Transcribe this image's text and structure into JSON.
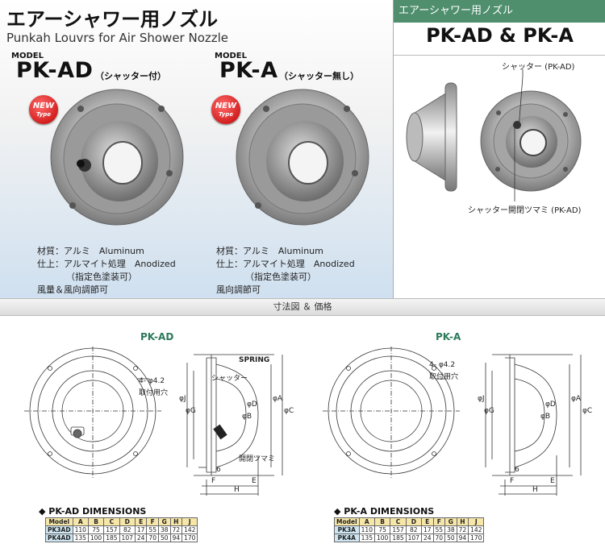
{
  "header": {
    "title_jp": "エアーシャワー用ノズル",
    "title_en": "Punkah Louvrs for Air Shower Nozzle"
  },
  "products": [
    {
      "model_label": "MODEL",
      "model": "PK-AD",
      "subtitle": "（シャッター付）",
      "badge": "NEW",
      "badge_sub": "Type",
      "specs": [
        "材質：アルミ　Aluminum",
        "仕上：アルマイト処理　Anodized",
        "（指定色塗装可）",
        "風量＆風向調節可"
      ]
    },
    {
      "model_label": "MODEL",
      "model": "PK-A",
      "subtitle": "（シャッター無し）",
      "badge": "NEW",
      "badge_sub": "Type",
      "specs": [
        "材質：アルミ　Aluminum",
        "仕上：アルマイト処理　Anodized",
        "（指定色塗装可）",
        "風向調節可"
      ]
    }
  ],
  "right_panel": {
    "header": "エアーシャワー用ノズル",
    "title": "PK-AD & PK-A",
    "callout_top": "シャッター (PK-AD)",
    "callout_bottom": "シャッター開閉ツマミ (PK-AD)"
  },
  "dims_section": {
    "header": "寸法図 ＆ 価格",
    "pkad": {
      "title": "PK-AD",
      "hole_label_1": "4- φ4.2",
      "hole_label_2": "取付用穴",
      "spring": "SPRING",
      "shutter": "シャッター",
      "knob": "開閉ツマミ",
      "letters": {
        "j": "φJ",
        "g": "φG",
        "d": "φD",
        "b": "φB",
        "a": "φA",
        "c": "φC",
        "six": "6",
        "f": "F",
        "e": "E",
        "h": "H"
      }
    },
    "pka": {
      "title": "PK-A",
      "hole_label_1": "4- φ4.2",
      "hole_label_2": "取付用穴",
      "letters": {
        "j": "φJ",
        "g": "φG",
        "d": "φD",
        "b": "φB",
        "a": "φA",
        "c": "φC",
        "six": "6",
        "f": "F",
        "e": "E",
        "h": "H"
      }
    }
  },
  "tables": [
    {
      "title": "◆ PK-AD DIMENSIONS",
      "headers": [
        "Model",
        "A",
        "B",
        "C",
        "D",
        "E",
        "F",
        "G",
        "H",
        "J"
      ],
      "rows": [
        [
          "PK3AD",
          "110",
          "75",
          "157",
          "82",
          "17",
          "55",
          "38",
          "72",
          "142"
        ],
        [
          "PK4AD",
          "135",
          "100",
          "185",
          "107",
          "24",
          "70",
          "50",
          "94",
          "170"
        ]
      ]
    },
    {
      "title": "◆ PK-A DIMENSIONS",
      "headers": [
        "Model",
        "A",
        "B",
        "C",
        "D",
        "E",
        "F",
        "G",
        "H",
        "J"
      ],
      "rows": [
        [
          "PK3A",
          "110",
          "75",
          "157",
          "82",
          "17",
          "55",
          "38",
          "72",
          "142"
        ],
        [
          "PK4A",
          "135",
          "100",
          "185",
          "107",
          "24",
          "70",
          "50",
          "94",
          "170"
        ]
      ]
    }
  ]
}
